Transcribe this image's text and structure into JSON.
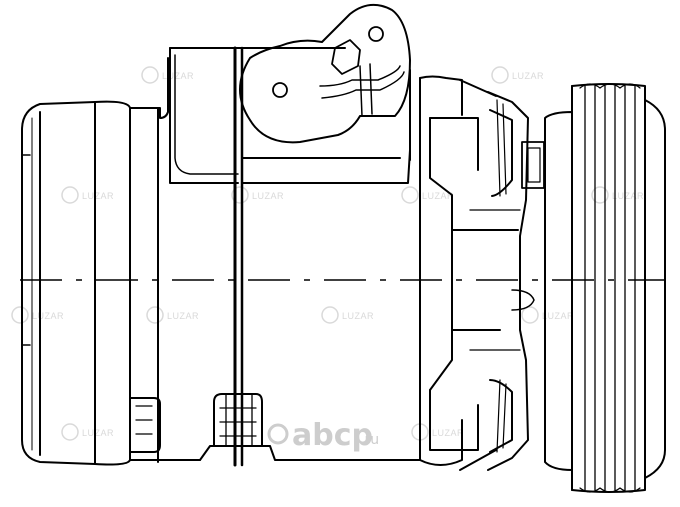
{
  "image": {
    "subject": "ac-compressor-line-drawing",
    "colors": {
      "line": "#000000",
      "background": "#ffffff",
      "watermark": "#d9d9d9",
      "brand_watermark": "#c8c8c8"
    }
  },
  "watermark": {
    "repeat_text": "LUZAR",
    "brand": {
      "name": "abcp",
      "tld": ".ru"
    }
  }
}
